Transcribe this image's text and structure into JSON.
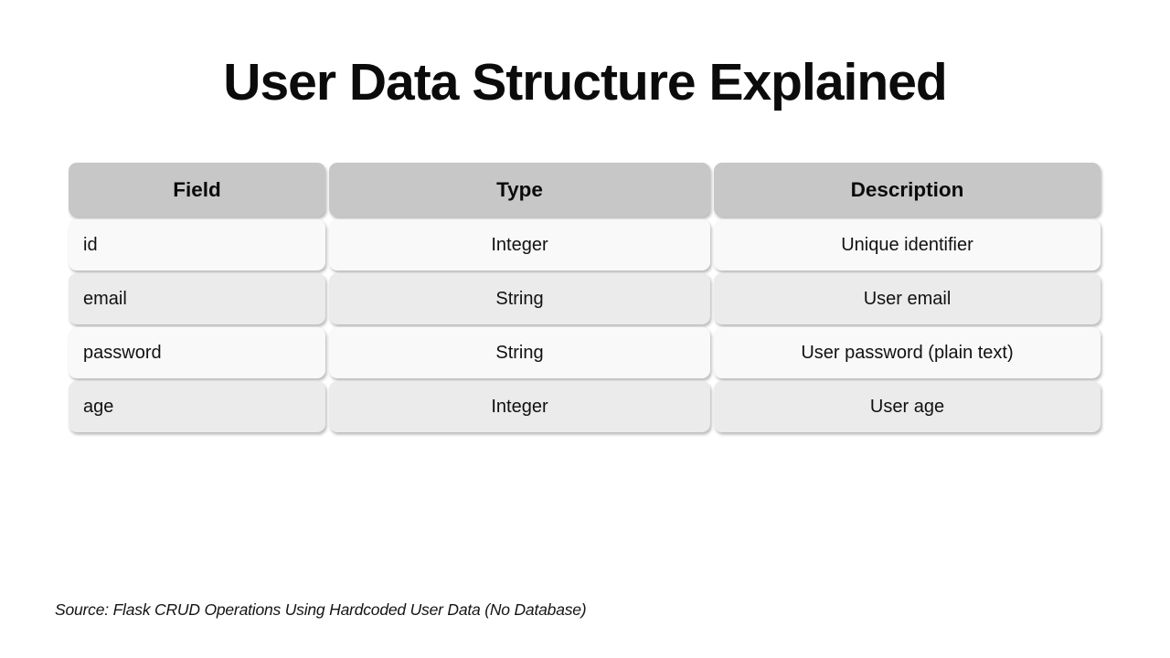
{
  "slide": {
    "title": "User Data Structure Explained",
    "source": "Source: Flask CRUD Operations Using Hardcoded User Data (No Database)"
  },
  "table": {
    "columns": [
      "Field",
      "Type",
      "Description"
    ],
    "rows": [
      [
        "id",
        "Integer",
        "Unique identifier"
      ],
      [
        "email",
        "String",
        "User email"
      ],
      [
        "password",
        "String",
        "User password (plain text)"
      ],
      [
        "age",
        "Integer",
        "User age"
      ]
    ]
  },
  "colors": {
    "background": "#ffffff",
    "header_bg": "#c7c7c7",
    "row_light": "#f9f9f9",
    "row_dark": "#ebebeb",
    "text": "#111111"
  }
}
